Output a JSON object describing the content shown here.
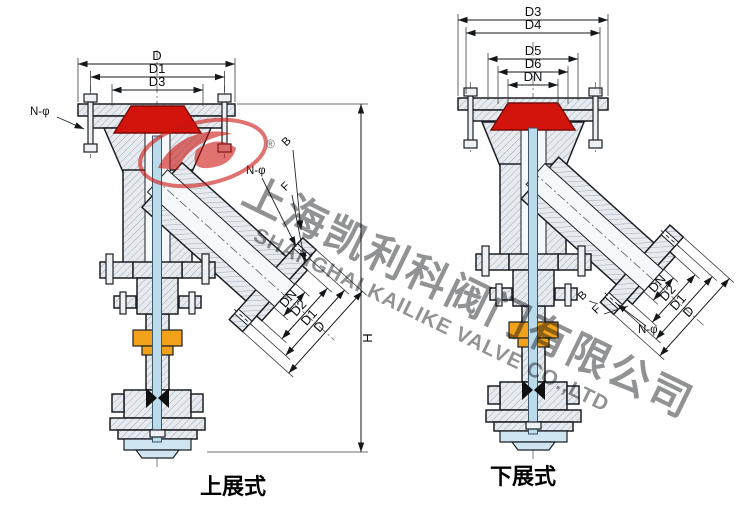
{
  "diagram": {
    "left_valve": {
      "caption": "上展式",
      "top_dims": [
        "D",
        "D1",
        "D3"
      ],
      "bolt_label": "N-φ",
      "branch": {
        "thickness_label": "B",
        "bolt_label": "N-φ",
        "face_label": "F",
        "diagonal_dims": [
          "DN",
          "D2",
          "D1",
          "D"
        ]
      },
      "height_label": "H"
    },
    "right_valve": {
      "caption": "下展式",
      "top_dims": [
        "D3",
        "D4",
        "D5",
        "D6",
        "DN"
      ],
      "branch": {
        "thickness_label": "B",
        "face_label": "F",
        "bolt_label": "N-φ",
        "diagonal_dims": [
          "DN",
          "D2",
          "D1",
          "D"
        ]
      }
    },
    "watermark": {
      "logo_registered": "®",
      "company_cn": "上海凯利科阀门有限公司",
      "company_en": "SHANGHAI KAILIKE VALVE CO.,LTD"
    },
    "colors": {
      "seat_red": "#d2140d",
      "gland_orange": "#f2a21a",
      "stem_blue": "#badbeb",
      "drain_blue": "#cfe6f2",
      "logo_red": "#cc1510",
      "watermark_gray": "#93a1ab",
      "line": "#1b1f24"
    }
  }
}
